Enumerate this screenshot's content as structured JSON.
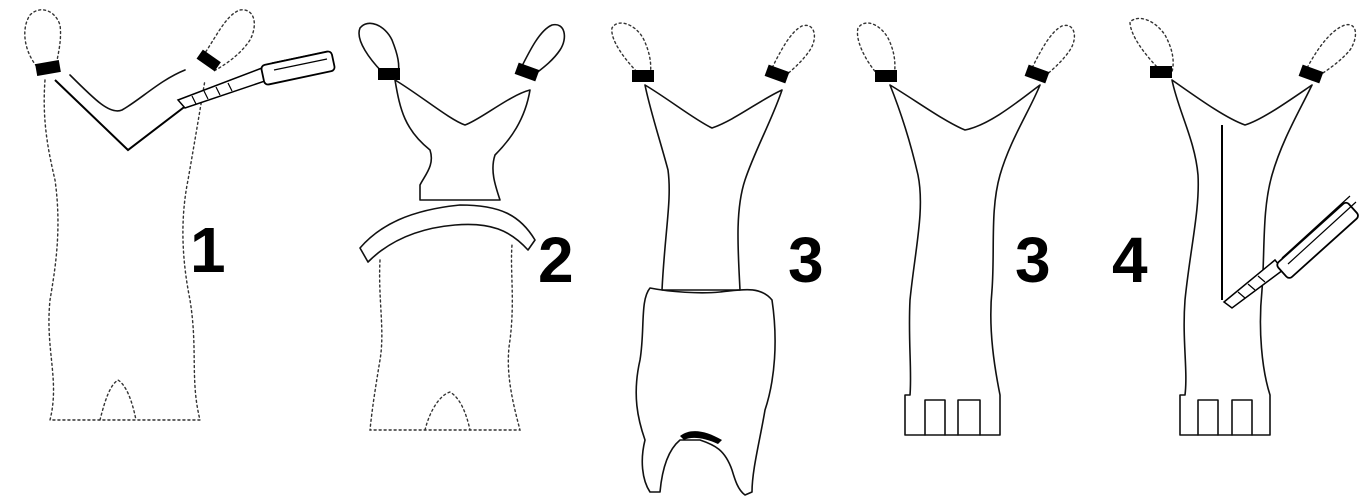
{
  "steps": [
    {
      "label": "1"
    },
    {
      "label": "2"
    },
    {
      "label": "3"
    },
    {
      "label": "3"
    },
    {
      "label": "4"
    }
  ],
  "colors": {
    "ink": "#000000",
    "paper": "#ffffff"
  },
  "icons": [
    "knife-icon",
    "carcass-outline",
    "leg-tie-icon"
  ]
}
